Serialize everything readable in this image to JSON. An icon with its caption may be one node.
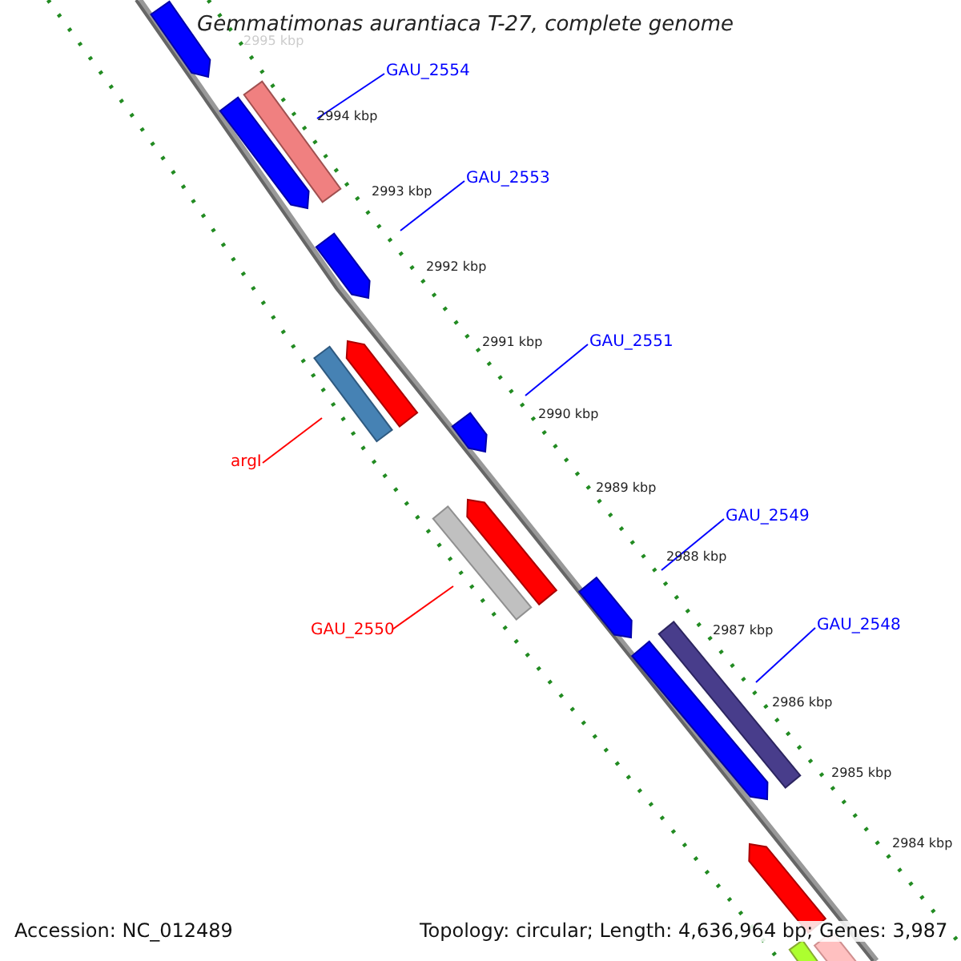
{
  "diagram": {
    "title": "Gemmatimonas aurantiaca T-27, complete genome",
    "nodes": [
      {
        "text": [
          "GAU_2554"
        ]
      },
      {
        "text": [
          "GAU_2553"
        ]
      },
      {
        "text": [
          "GAU_2551"
        ]
      },
      {
        "text": [
          "argI"
        ]
      },
      {
        "text": [
          "GAU_2549"
        ]
      },
      {
        "text": [
          "GAU_2550"
        ]
      },
      {
        "text": [
          "GAU_2548"
        ]
      },
      {
        "text": [],
        "shape": "bar"
      },
      {
        "text": [],
        "shape": "bar"
      },
      {
        "text": [],
        "shape": "bar"
      },
      {
        "text": [],
        "shape": "bar"
      },
      {
        "text": [],
        "shape": "bar"
      },
      {
        "text": [],
        "shape": "bar"
      },
      {
        "text": [],
        "shape": "bar"
      },
      {
        "text": [],
        "shape": "bar"
      },
      {
        "text": [],
        "shape": "bar"
      },
      {
        "text": [],
        "shape": "bar"
      },
      {
        "text": [],
        "shape": "bar"
      },
      {
        "text": [],
        "shape": "bar"
      },
      {
        "text": [],
        "shape": "bar"
      },
      {
        "text": [],
        "shape": "bar"
      },
      {
        "text": [],
        "shape": "bar"
      }
    ],
    "edges": [
      {
        "from": 0,
        "to": 8,
        "arrow": "none"
      },
      {
        "from": 1,
        "to": 10,
        "arrow": "none"
      },
      {
        "from": 2,
        "to": 13,
        "arrow": "none"
      },
      {
        "from": 3,
        "to": 11,
        "arrow": "none",
        "color": "#ff0000"
      },
      {
        "from": 4,
        "to": 16,
        "arrow": "none"
      },
      {
        "from": 5,
        "to": 14,
        "arrow": "none",
        "color": "#ff0000"
      },
      {
        "from": 6,
        "to": 18,
        "arrow": "none"
      }
    ],
    "labels": [
      "2995 kbp",
      "2994 kbp",
      "2993 kbp",
      "2992 kbp",
      "2991 kbp",
      "2990 kbp",
      "2989 kbp",
      "2988 kbp",
      "2987 kbp",
      "2986 kbp",
      "2985 kbp",
      "2984 kbp",
      "Accession: NC_012489",
      "Topology: circular; Length: 4,636,964 bp; Genes: 3,987"
    ]
  }
}
